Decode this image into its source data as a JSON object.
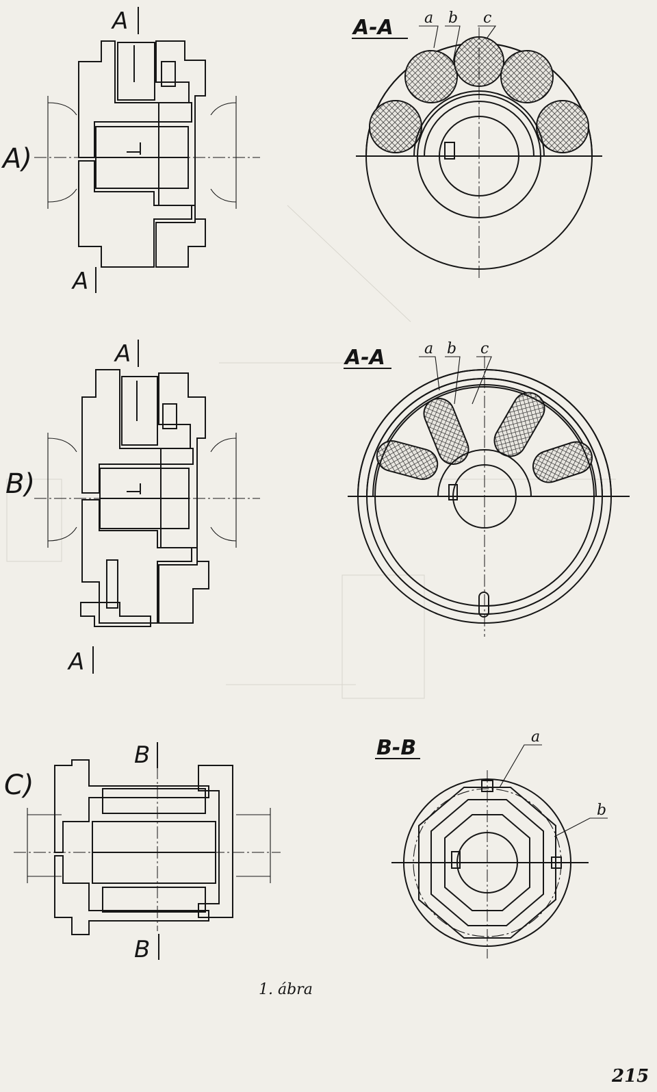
{
  "figure": {
    "caption": "1. ábra",
    "page_number": "215"
  },
  "variants": {
    "a": {
      "label": "A)",
      "cut_top": "A",
      "cut_bottom": "A",
      "section_title": "A-A",
      "callouts": [
        "a",
        "b",
        "c"
      ]
    },
    "b": {
      "label": "B)",
      "cut_top": "A",
      "cut_bottom": "A",
      "section_title": "A-A",
      "callouts": [
        "a",
        "b",
        "c"
      ]
    },
    "c": {
      "label": "C)",
      "cut_top": "B",
      "cut_bottom": "B",
      "section_title": "B-B",
      "callouts": [
        "a",
        "b"
      ]
    }
  },
  "colors": {
    "paper": "#f1efe9",
    "ink": "#161616",
    "bleed_through": "#b9b6ae"
  }
}
